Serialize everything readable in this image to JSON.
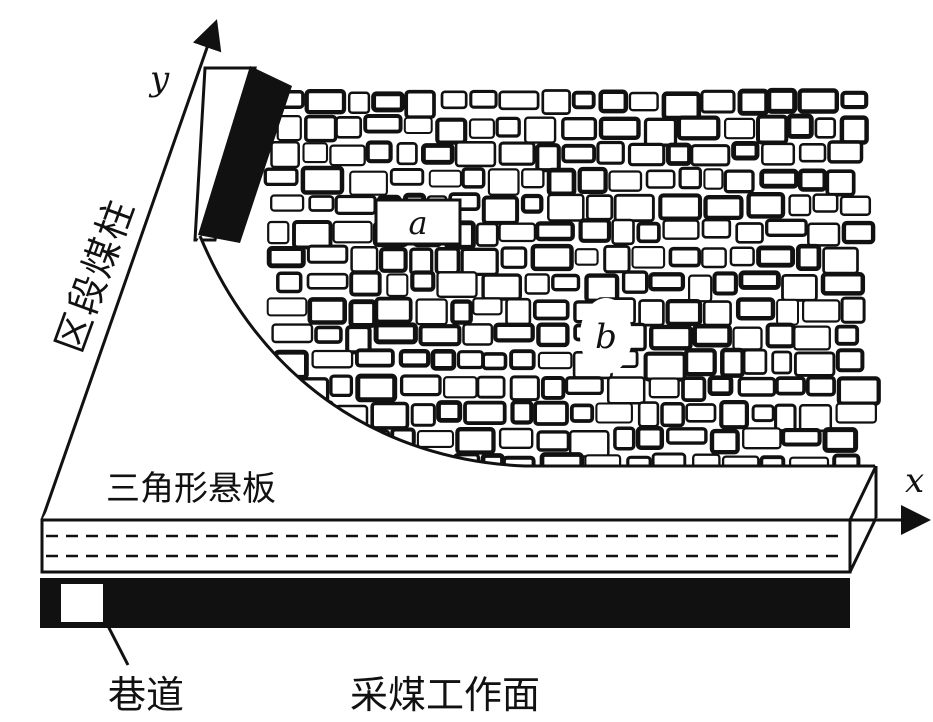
{
  "labels": {
    "y_axis": "y",
    "x_axis": "x",
    "pillar": "区段煤柱",
    "cantilever": "三角形悬板",
    "roadway": "巷道",
    "face": "采煤工作面",
    "region_a": "a",
    "region_b": "b"
  },
  "colors": {
    "ink": "#111111",
    "background": "#ffffff"
  }
}
